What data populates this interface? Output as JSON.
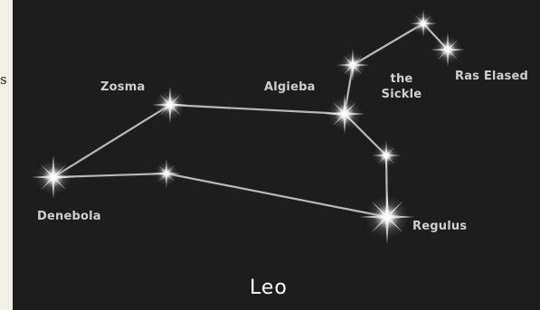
{
  "edge_glyph": "s",
  "constellation": {
    "name": "Leo"
  },
  "labels": {
    "denebola": "Denebola",
    "zosma": "Zosma",
    "algieba": "Algieba",
    "sickle": "the Sickle",
    "ras_elased": "Ras Elased",
    "regulus": "Regulus"
  },
  "colors": {
    "background": "#1d1d1d",
    "line": "#b9b9b9",
    "label": "#cfcfcf",
    "title": "#ffffff"
  }
}
